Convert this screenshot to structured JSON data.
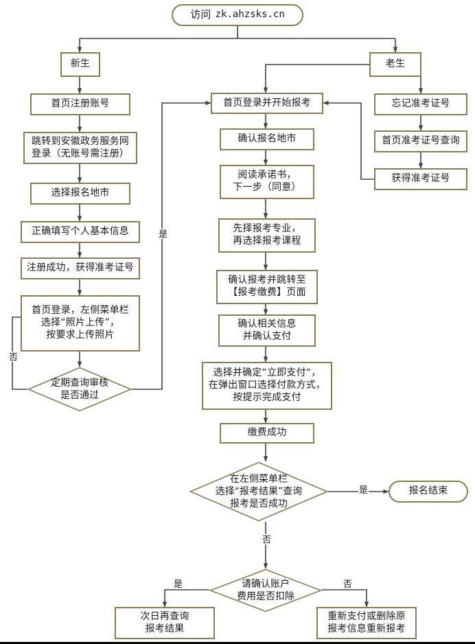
{
  "diagram": {
    "title_prefix": "访问",
    "title_url": "zk.ahzsks.cn",
    "nodes": {
      "start": "访问 zk.ahzsks.cn",
      "new_student": "新生",
      "old_student": "老生",
      "register_account": "首页注册账号",
      "jump_gov_site": "跳转到安徽政务服务网\n登录（无账号需注册）",
      "select_city": "选择报名地市",
      "fill_info": "正确填写个人基本信息",
      "register_success": "注册成功，获得准考证号",
      "upload_photo": "首页登录，左侧菜单栏\n选择“照片上传”，\n按要求上传照片",
      "audit_check": "定期查询审核\n是否通过",
      "login_and_apply": "首页登录并开始报考",
      "confirm_city": "确认报名地市",
      "read_promise": "阅读承诺书，\n下一步（同意）",
      "select_major": "先择报考专业，\n再选择报考课程",
      "confirm_apply": "确认报考并跳转至\n【报考缴费】页面",
      "confirm_info_pay": "确认相关信息\n并确认支付",
      "pay_now": "选择并确定“立即支付“，\n在弹出窗口选择付款方式，\n按提示完成支付",
      "pay_success": "缴费成功",
      "check_result": "在左侧菜单栏\n选择“报考结果”查询\n报考是否成功",
      "apply_end": "报名结束",
      "confirm_deduct": "请确认账户\n费用是否扣除",
      "recheck_tomorrow": "次日再查询\n报考结果",
      "repay_or_delete": "重新支付或删除原\n报考信息重新报考",
      "forgot_ticket": "忘记准考证号",
      "query_ticket": "首页准考证号查询",
      "get_ticket": "获得准考证号"
    },
    "edge_labels": {
      "audit_no": "否",
      "audit_yes": "是",
      "result_yes": "是",
      "result_no": "否",
      "deduct_yes": "是",
      "deduct_no": "否"
    },
    "colors": {
      "node_border": "#8C7B52",
      "node_fill": "#FFFFFF",
      "connector": "#404040",
      "text": "#1B1B1B",
      "page_background": "#FFFFFF"
    }
  }
}
